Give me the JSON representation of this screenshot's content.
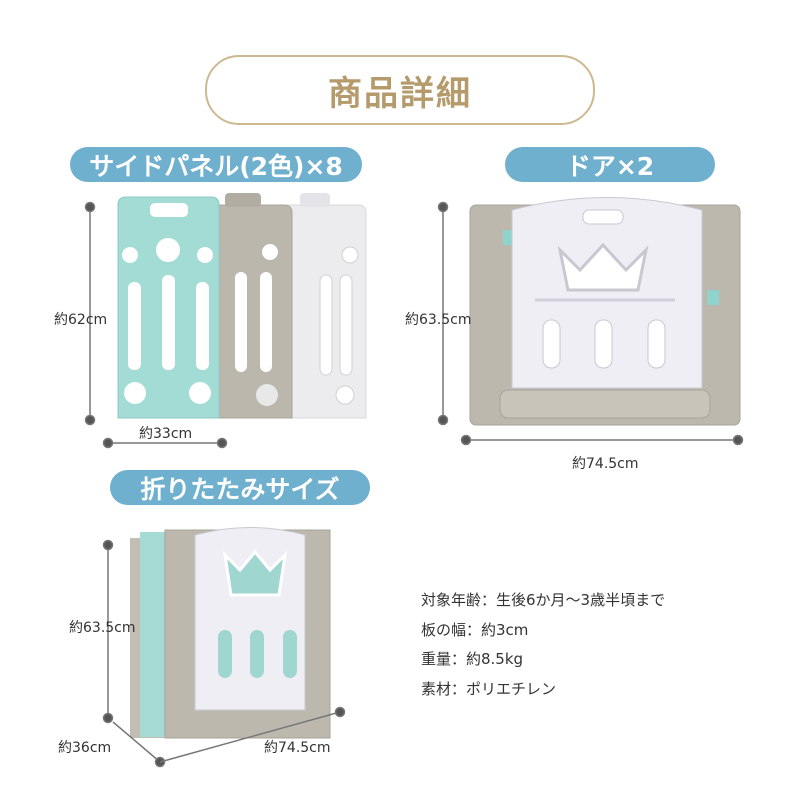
{
  "header": {
    "title": "商品詳細"
  },
  "sections": {
    "side_panels": {
      "label": "サイドパネル(2色)×8",
      "height": "約62cm",
      "width": "約33cm"
    },
    "door": {
      "label": "ドア×2",
      "height": "約63.5cm",
      "width": "約74.5cm"
    },
    "folded": {
      "label": "折りたたみサイズ",
      "height": "約63.5cm",
      "depth": "約36cm",
      "width": "約74.5cm"
    }
  },
  "specs": [
    "対象年齢：生後6か月～3歳半頃まで",
    "板の幅：約3cm",
    "重量：約8.5kg",
    "素材：ポリエチレン"
  ],
  "colors": {
    "badge": "#6fb0cf",
    "title_border": "#cdb991",
    "teal": "#9fd8d2",
    "gray": "#b9b5aa",
    "white": "#ebebef"
  }
}
